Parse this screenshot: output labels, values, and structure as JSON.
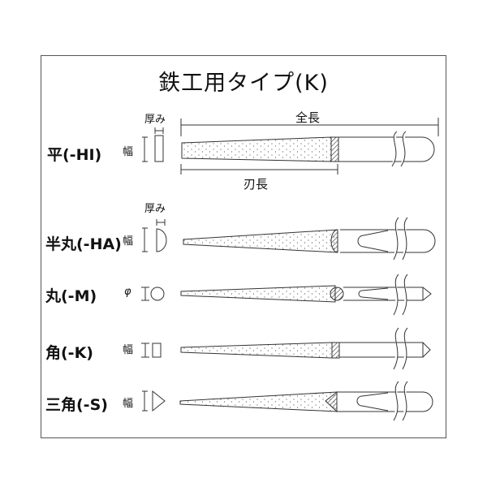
{
  "diagram": {
    "title": "鉄工用タイプ(K)",
    "dimensions": {
      "overall_length": "全長",
      "blade_length": "刃長",
      "thickness": "厚み",
      "width": "幅",
      "diameter": "φ"
    },
    "types": [
      {
        "label": "平(-HI)",
        "section": "flat",
        "dims": [
          "幅",
          "厚み"
        ]
      },
      {
        "label": "半丸(-HA)",
        "section": "half-round",
        "dims": [
          "幅",
          "厚み"
        ]
      },
      {
        "label": "丸(-M)",
        "section": "round",
        "dims": [
          "φ"
        ]
      },
      {
        "label": "角(-K)",
        "section": "square",
        "dims": [
          "幅"
        ]
      },
      {
        "label": "三角(-S)",
        "section": "triangle",
        "dims": [
          "幅"
        ]
      }
    ],
    "colors": {
      "line": "#333333",
      "background": "#ffffff",
      "frame": "#555555"
    }
  }
}
